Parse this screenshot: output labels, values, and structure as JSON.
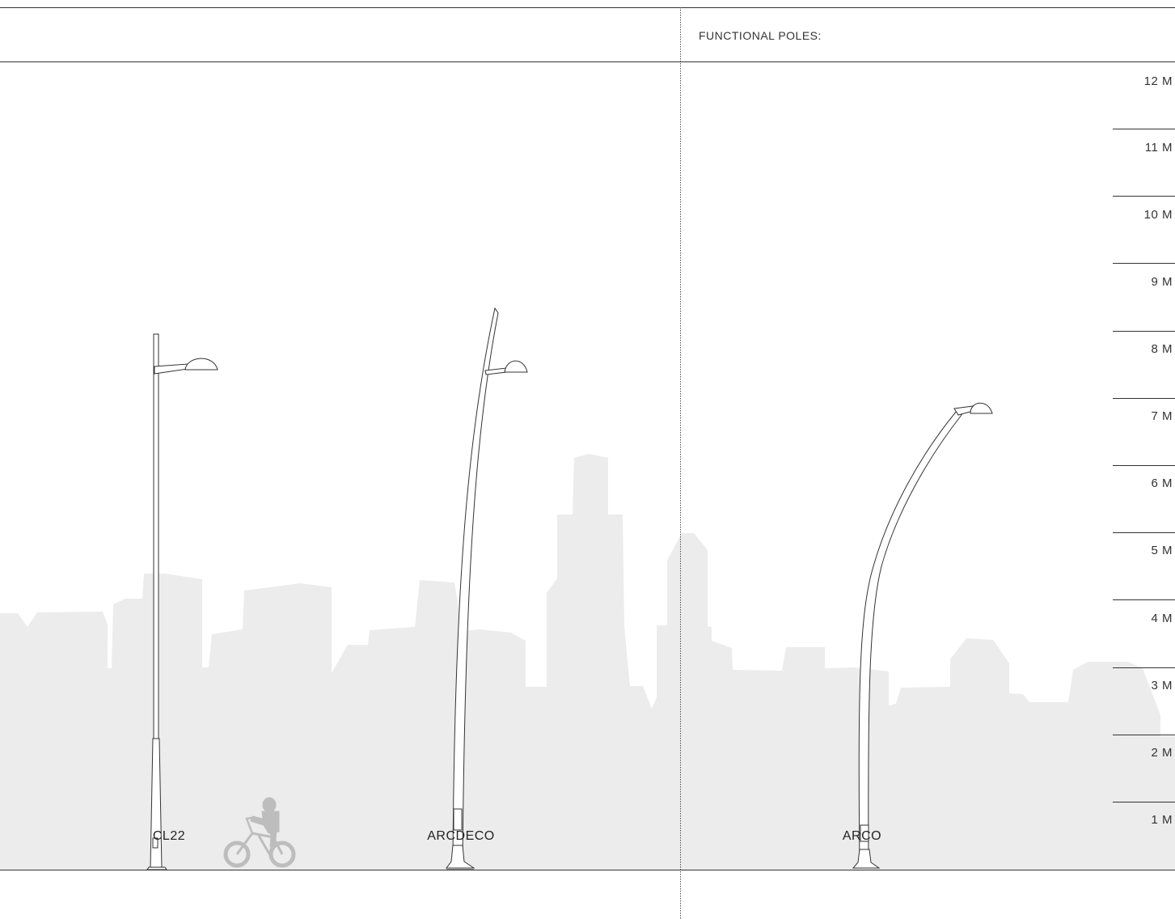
{
  "header": {
    "section_title": "FUNCTIONAL POLES:"
  },
  "scale": {
    "labels": [
      "12 M",
      "11 M",
      "10 M",
      "9 M",
      "8 M",
      "7 M",
      "6 M",
      "5 M",
      "4 M",
      "3 M",
      "2 M",
      "1 M"
    ]
  },
  "poles": [
    {
      "name": "CL22"
    },
    {
      "name": "ARCDECO"
    },
    {
      "name": "ARCO"
    }
  ],
  "colors": {
    "skyline": "#ececec",
    "cyclist": "#bdbdbd",
    "line": "#333333"
  }
}
